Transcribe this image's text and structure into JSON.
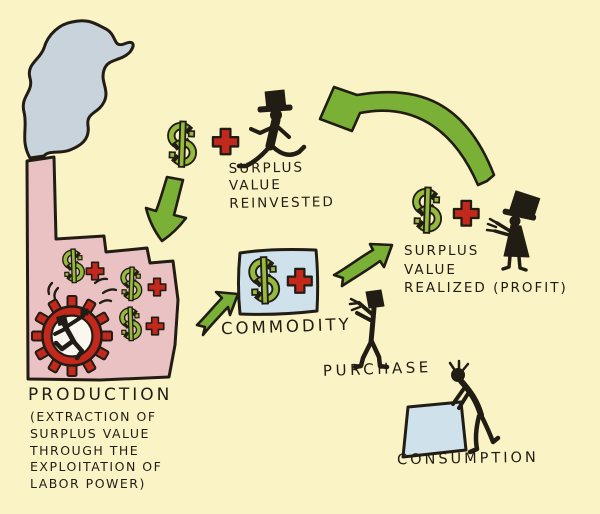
{
  "diagram": {
    "background": "#faf3c5",
    "colors": {
      "ink": "#221d14",
      "arrow_green": "#7bb037",
      "dollar_green": "#95ba3e",
      "accent_red": "#c3281c",
      "factory_pink": "#eac2c3",
      "smoke_gray": "#c9d3dc",
      "box_blue": "#cfe2ec",
      "gear_white": "#faf7ee"
    },
    "nodes": {
      "production": {
        "label": "PRODUCTION",
        "sublabel": "(EXTRACTION OF\nSURPLUS VALUE\nTHROUGH THE\nEXPLOITATION OF\nLABOR POWER)"
      },
      "commodity": {
        "label": "COMMODITY"
      },
      "purchase": {
        "label": "PURCHASE"
      },
      "consumption": {
        "label": "CONSUMPTION"
      },
      "surplus_realized": {
        "label": "SURPLUS\nVALUE\nREALIZED (PROFIT)"
      },
      "surplus_reinvested": {
        "label": "SURPLUS\nVALUE\nREINVESTED"
      }
    },
    "icons": [
      "smoke-icon",
      "factory-icon",
      "gear-icon",
      "worker-icon",
      "money-plus-icon",
      "running-capitalist-icon",
      "standing-capitalist-icon",
      "buyer-figure-icon",
      "consumer-figure-icon",
      "flow-arrow-icon",
      "commodity-box",
      "consumption-box"
    ]
  }
}
